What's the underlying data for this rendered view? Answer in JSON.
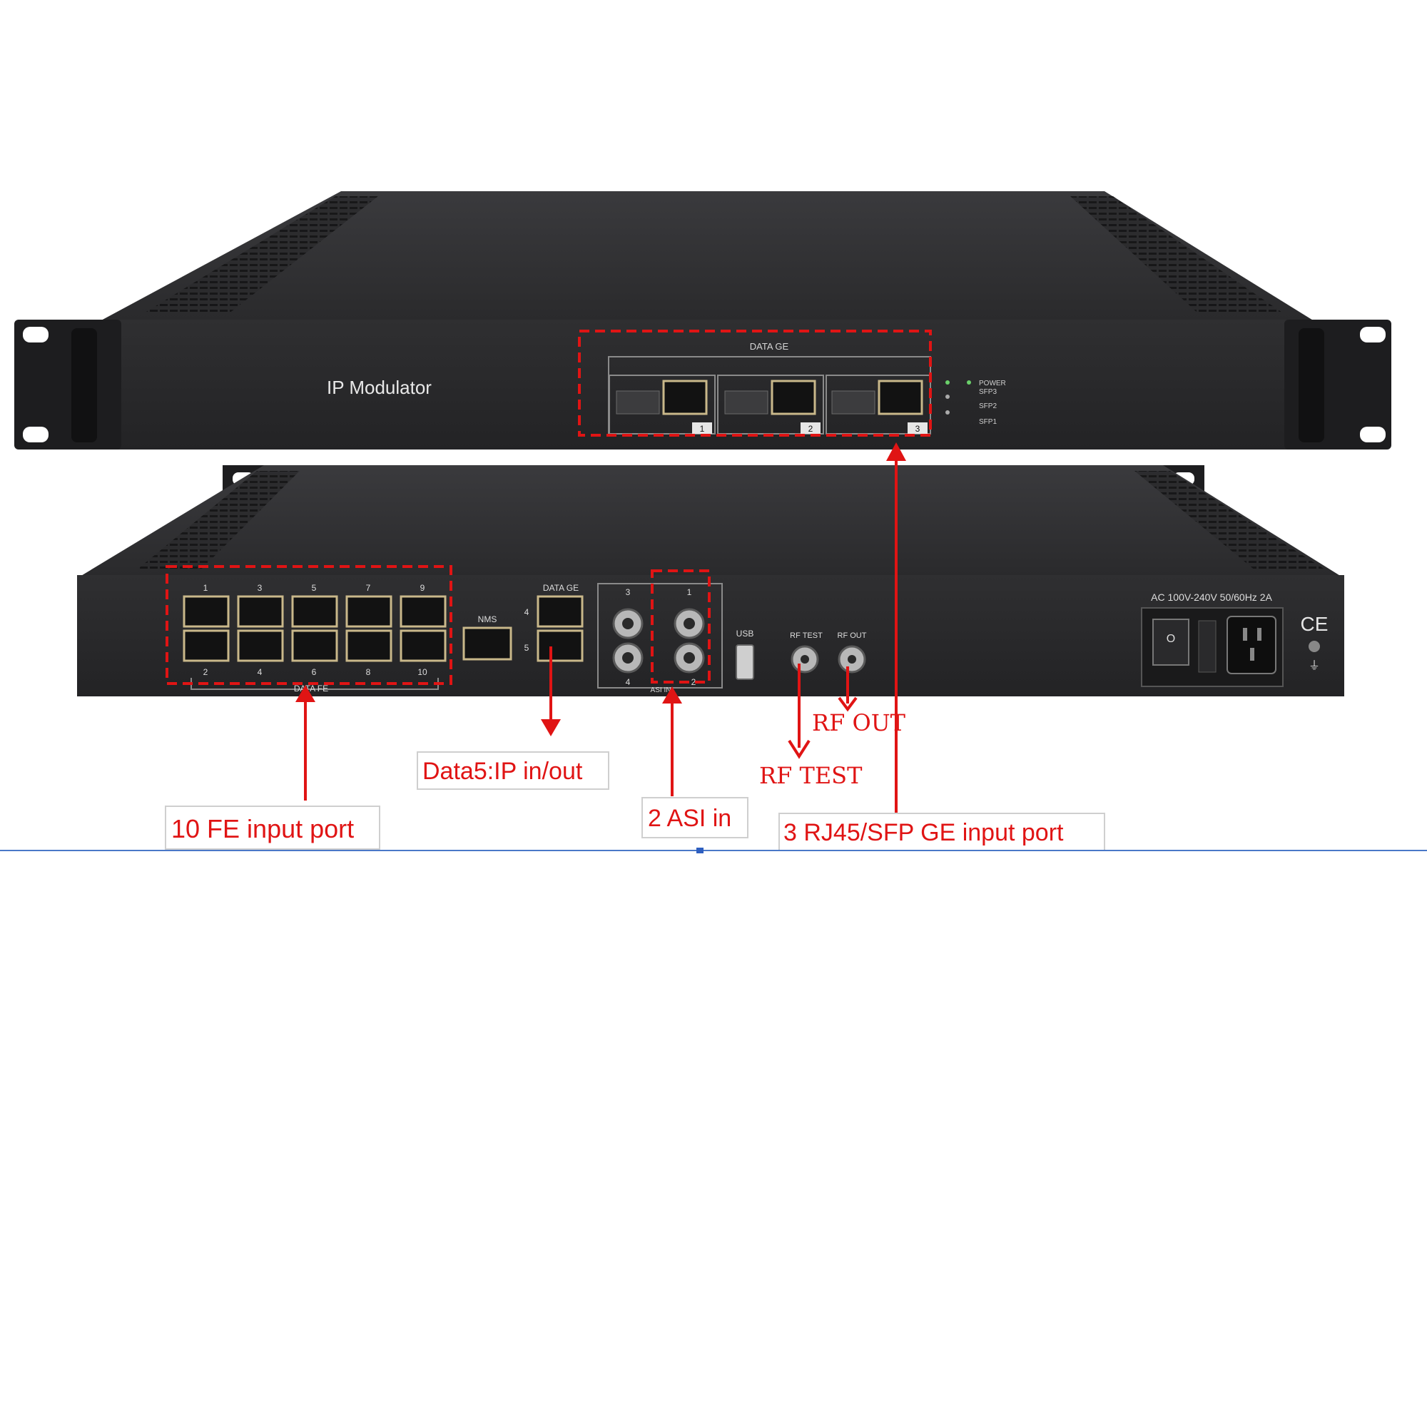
{
  "front_panel": {
    "title": "IP Modulator",
    "data_ge_label": "DATA GE",
    "sfp_ports": [
      "1",
      "2",
      "3"
    ],
    "led_labels": [
      "POWER",
      "SFP3",
      "SFP2",
      "SFP1"
    ]
  },
  "rear_panel": {
    "fe_top_numbers": [
      "1",
      "3",
      "5",
      "7",
      "9"
    ],
    "fe_bottom_numbers": [
      "2",
      "4",
      "6",
      "8",
      "10"
    ],
    "data_fe_label": "DATA FE",
    "nms_label": "NMS",
    "data_ge_label": "DATA GE",
    "ge_numbers": [
      "4",
      "5"
    ],
    "asi_top_numbers": [
      "3",
      "1"
    ],
    "asi_bottom_numbers": [
      "4",
      "2"
    ],
    "asi_label": "ASI IN",
    "usb_label": "USB",
    "rf_test_label": "RF TEST",
    "rf_out_label": "RF OUT",
    "power_label": "AC 100V-240V 50/60Hz 2A",
    "ce_mark": "CE"
  },
  "annotations": {
    "fe_input": "10 FE input port",
    "data5": "Data5:IP in/out",
    "asi_in": "2 ASI in",
    "ge_input": "3 RJ45/SFP GE input port",
    "rf_test": "RF  TEST",
    "rf_out": "RF  OUT"
  },
  "colors": {
    "chassis": "#2b2b2d",
    "chassis_dark": "#1c1c1e",
    "annotation": "#e01414",
    "divider": "#4a78c8"
  }
}
